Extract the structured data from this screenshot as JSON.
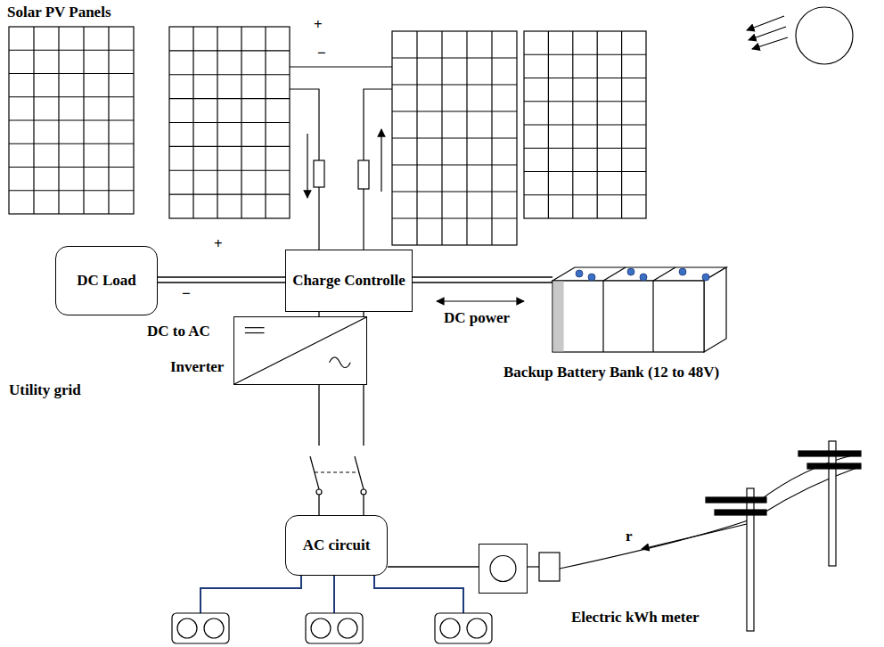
{
  "diagram": {
    "nodes": [
      {
        "text": [
          "DC Load"
        ]
      },
      {
        "text": [
          "Charge Controlle"
        ]
      },
      {
        "text": [
          "Backup Battery Bank (12 to 48V)"
        ]
      },
      {
        "text": [
          "DC to AC",
          "Inverter"
        ]
      },
      {
        "text": [
          "AC circuit"
        ]
      },
      {
        "text": [
          "Electric kWh meter"
        ]
      }
    ],
    "edges": [
      {
        "from": 0,
        "to": 1,
        "arrow": "none"
      },
      {
        "from": 1,
        "to": 2,
        "arrow": "none"
      },
      {
        "from": 1,
        "to": 3,
        "arrow": "none"
      },
      {
        "from": 3,
        "to": 4,
        "arrow": "none"
      },
      {
        "from": 4,
        "to": 5,
        "arrow": "none"
      }
    ],
    "labels": [
      "Solar PV Panels",
      "+",
      "−",
      "+",
      "−",
      "DC power",
      "Utility grid",
      "r"
    ]
  }
}
